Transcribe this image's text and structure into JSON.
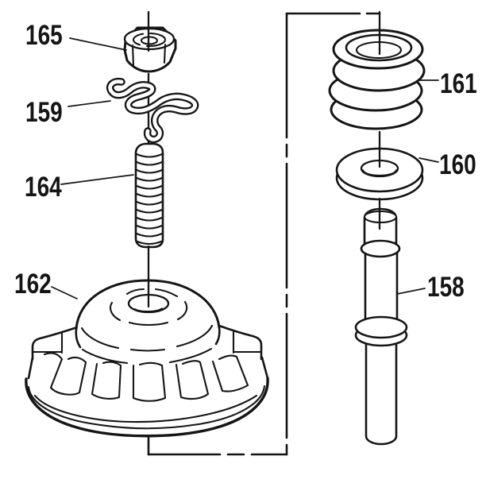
{
  "colors": {
    "ink": "#151515",
    "paper": "#ffffff"
  },
  "parts": {
    "p165": {
      "number": "165"
    },
    "p159": {
      "number": "159"
    },
    "p164": {
      "number": "164"
    },
    "p162": {
      "number": "162"
    },
    "p161": {
      "number": "161"
    },
    "p160": {
      "number": "160"
    },
    "p158": {
      "number": "158"
    }
  }
}
